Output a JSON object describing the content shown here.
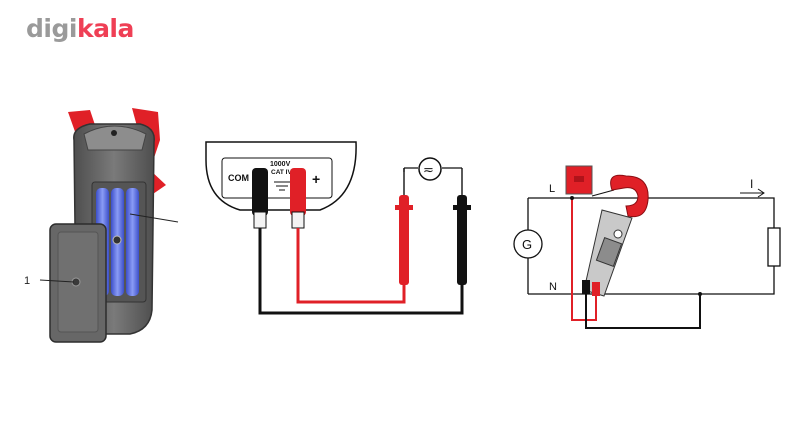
{
  "logo": {
    "part1": "digi",
    "part2": "kala",
    "color_gray": "#9a9a9a",
    "color_red": "#ef3f55"
  },
  "figure1": {
    "callout_number": "1"
  },
  "figure2": {
    "jack_com_label": "COM",
    "rating_line1": "1000V",
    "rating_line2": "CAT IV",
    "plus_label": "+",
    "source_symbol": "≂"
  },
  "figure3": {
    "generator_label": "G",
    "line_label": "L",
    "neutral_label": "N",
    "current_label": "I"
  },
  "colors": {
    "red": "#e02027",
    "black": "#111111",
    "battery_blue": "#5a6ee0",
    "body_gray": "#6b6b6b"
  }
}
